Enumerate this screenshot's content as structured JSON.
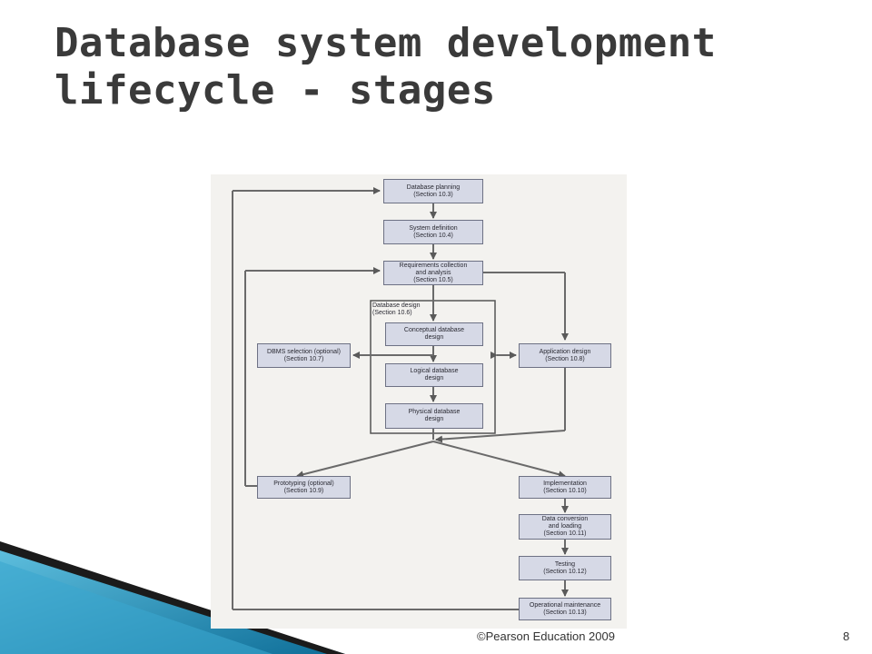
{
  "slide": {
    "title_line1": "Database system development",
    "title_line2": "lifecycle - stages",
    "footer": "©Pearson Education  2009",
    "page_number": "8"
  },
  "diagram": {
    "database_planning": {
      "line1": "Database planning",
      "line2": "(Section 10.3)"
    },
    "system_definition": {
      "line1": "System definition",
      "line2": "(Section 10.4)"
    },
    "requirements": {
      "line1": "Requirements collection",
      "line2": "and analysis",
      "line3": "(Section 10.5)"
    },
    "database_design_group": {
      "line1": "Database design",
      "line2": "(Section 10.6)"
    },
    "conceptual_design": {
      "line1": "Conceptual database",
      "line2": "design"
    },
    "logical_design": {
      "line1": "Logical database",
      "line2": "design"
    },
    "physical_design": {
      "line1": "Physical database",
      "line2": "design"
    },
    "dbms_selection": {
      "line1": "DBMS selection (optional)",
      "line2": "(Section 10.7)"
    },
    "application_design": {
      "line1": "Application design",
      "line2": "(Section 10.8)"
    },
    "prototyping": {
      "line1": "Prototyping (optional)",
      "line2": "(Section 10.9)"
    },
    "implementation": {
      "line1": "Implementation",
      "line2": "(Section 10.10)"
    },
    "data_conversion": {
      "line1": "Data conversion",
      "line2": "and loading",
      "line3": "(Section 10.11)"
    },
    "testing": {
      "line1": "Testing",
      "line2": "(Section 10.12)"
    },
    "operational_maintenance": {
      "line1": "Operational maintenance",
      "line2": "(Section 10.13)"
    }
  },
  "colors": {
    "box_fill": "#d6d9e6",
    "arrow": "#5a5a5a",
    "deco_teal": "#1a7fa6"
  }
}
